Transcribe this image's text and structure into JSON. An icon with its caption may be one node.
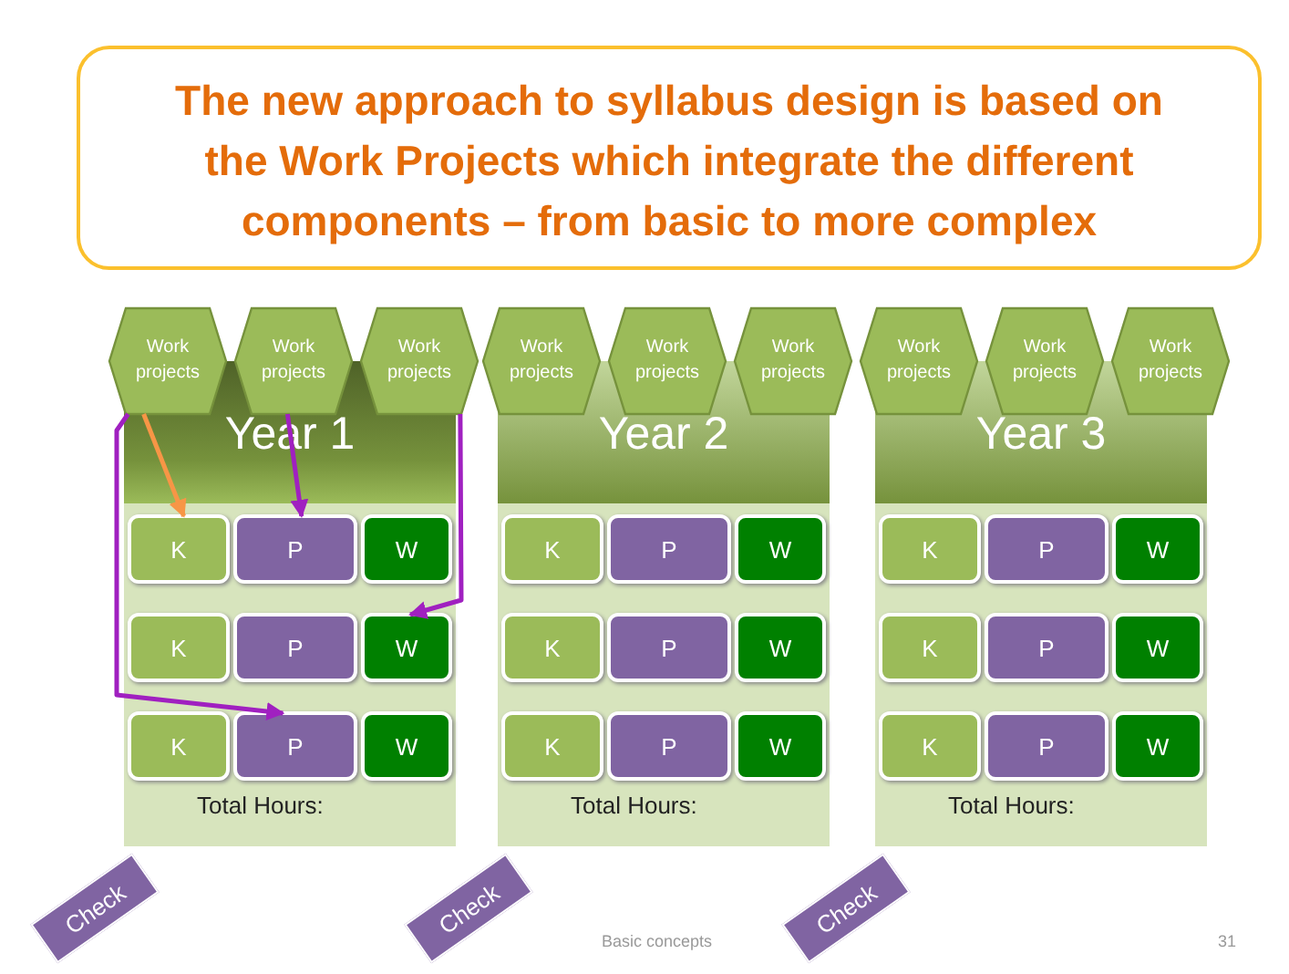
{
  "diagram": {
    "title": "The new approach to syllabus design is based on the Work Projects which integrate the different components – from basic to more complex",
    "nodes": [
      {
        "text": [
          "Work projects"
        ]
      },
      {
        "text": [
          "Work projects"
        ]
      },
      {
        "text": [
          "Work projects"
        ]
      },
      {
        "text": [
          "Year 1",
          "Total Hours:"
        ]
      },
      {
        "text": [
          "K"
        ],
        "in": 3
      },
      {
        "text": [
          "P"
        ],
        "in": 3
      },
      {
        "text": [
          "W"
        ],
        "in": 3
      },
      {
        "text": [
          "K"
        ],
        "in": 3
      },
      {
        "text": [
          "P"
        ],
        "in": 3
      },
      {
        "text": [
          "W"
        ],
        "in": 3
      },
      {
        "text": [
          "K"
        ],
        "in": 3
      },
      {
        "text": [
          "P"
        ],
        "in": 3
      },
      {
        "text": [
          "W"
        ],
        "in": 3
      },
      {
        "text": [
          "Check"
        ]
      },
      {
        "text": [
          "Work projects"
        ]
      },
      {
        "text": [
          "Work projects"
        ]
      },
      {
        "text": [
          "Work projects"
        ]
      },
      {
        "text": [
          "Year 2",
          "Total Hours:"
        ]
      },
      {
        "text": [
          "K"
        ],
        "in": 17
      },
      {
        "text": [
          "P"
        ],
        "in": 17
      },
      {
        "text": [
          "W"
        ],
        "in": 17
      },
      {
        "text": [
          "K"
        ],
        "in": 17
      },
      {
        "text": [
          "P"
        ],
        "in": 17
      },
      {
        "text": [
          "W"
        ],
        "in": 17
      },
      {
        "text": [
          "K"
        ],
        "in": 17
      },
      {
        "text": [
          "P"
        ],
        "in": 17
      },
      {
        "text": [
          "W"
        ],
        "in": 17
      },
      {
        "text": [
          "Check"
        ]
      },
      {
        "text": [
          "Work projects"
        ]
      },
      {
        "text": [
          "Work projects"
        ]
      },
      {
        "text": [
          "Work projects"
        ]
      },
      {
        "text": [
          "Year 3",
          "Total Hours:"
        ]
      },
      {
        "text": [
          "K"
        ],
        "in": 31
      },
      {
        "text": [
          "P"
        ],
        "in": 31
      },
      {
        "text": [
          "W"
        ],
        "in": 31
      },
      {
        "text": [
          "K"
        ],
        "in": 31
      },
      {
        "text": [
          "P"
        ],
        "in": 31
      },
      {
        "text": [
          "W"
        ],
        "in": 31
      },
      {
        "text": [
          "K"
        ],
        "in": 31
      },
      {
        "text": [
          "P"
        ],
        "in": 31
      },
      {
        "text": [
          "W"
        ],
        "in": 31
      },
      {
        "text": [
          "Check"
        ]
      }
    ],
    "edges": [
      {
        "from": 0,
        "to": 4,
        "arrow": "to",
        "color": "#f79646"
      },
      {
        "from": 0,
        "to": 11,
        "arrow": "to"
      },
      {
        "from": 1,
        "to": 5,
        "arrow": "to"
      },
      {
        "from": 2,
        "to": 9,
        "arrow": "to"
      }
    ],
    "labels": [
      "Basic concepts",
      "31"
    ]
  }
}
